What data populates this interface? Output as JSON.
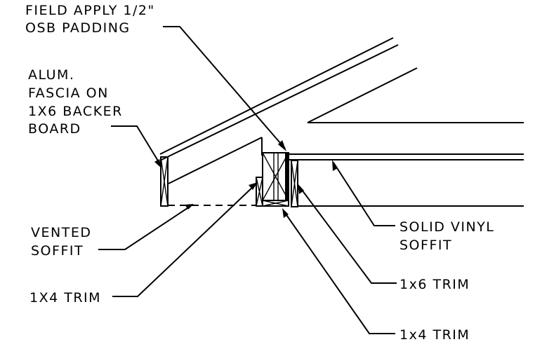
{
  "labels": {
    "field_apply_l1": "FIELD APPLY 1/2\"",
    "field_apply_l2": "OSB PADDING",
    "alum_l1": "ALUM.",
    "alum_l2": "FASCIA ON",
    "alum_l3": "1X6 BACKER",
    "alum_l4": "BOARD",
    "vented_l1": "VENTED",
    "vented_l2": "SOFFIT",
    "trim_1x4_left": "1X4 TRIM",
    "solid_l1": "SOLID VINYL",
    "solid_l2": "SOFFIT",
    "trim_1x6": "1x6 TRIM",
    "trim_1x4_right": "1x4 TRIM"
  },
  "colors": {
    "ink": "#000000",
    "paper": "#ffffff"
  }
}
